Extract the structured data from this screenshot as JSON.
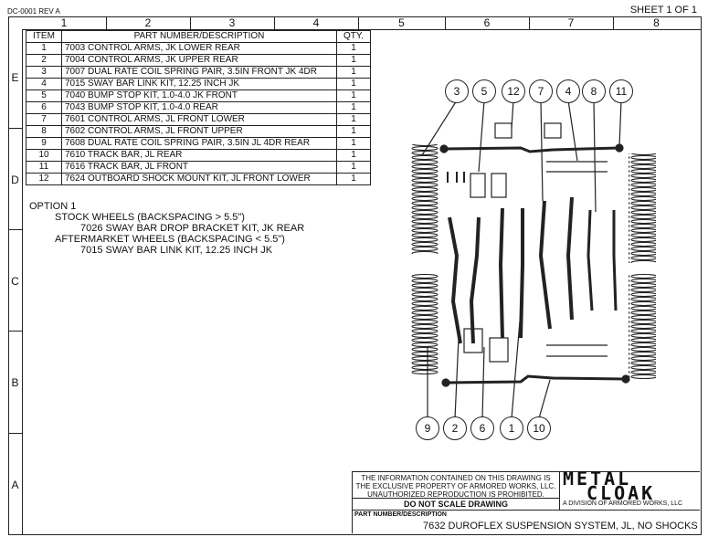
{
  "header": {
    "doc_id": "DC-0001  REV A",
    "sheet": "SHEET 1 OF 1",
    "columns": [
      "1",
      "2",
      "3",
      "4",
      "5",
      "6",
      "7",
      "8"
    ],
    "rows": [
      "E",
      "D",
      "C",
      "B",
      "A"
    ]
  },
  "parts_table": {
    "headers": [
      "ITEM",
      "PART NUMBER/DESCRIPTION",
      "QTY."
    ],
    "rows": [
      [
        "1",
        "7003 CONTROL ARMS, JK LOWER REAR",
        "1"
      ],
      [
        "2",
        "7004 CONTROL ARMS, JK UPPER REAR",
        "1"
      ],
      [
        "3",
        "7007 DUAL RATE COIL SPRING PAIR, 3.5IN FRONT JK 4DR",
        "1"
      ],
      [
        "4",
        "7015 SWAY BAR LINK KIT, 12.25 INCH JK",
        "1"
      ],
      [
        "5",
        "7040 BUMP STOP KIT, 1.0-4.0 JK FRONT",
        "1"
      ],
      [
        "6",
        "7043 BUMP STOP KIT, 1.0-4.0 REAR",
        "1"
      ],
      [
        "7",
        "7601 CONTROL ARMS, JL FRONT LOWER",
        "1"
      ],
      [
        "8",
        "7602 CONTROL ARMS, JL FRONT UPPER",
        "1"
      ],
      [
        "9",
        "7608 DUAL RATE COIL SPRING PAIR, 3.5IN JL 4DR REAR",
        "1"
      ],
      [
        "10",
        "7610 TRACK BAR, JL REAR",
        "1"
      ],
      [
        "11",
        "7616 TRACK BAR, JL FRONT",
        "1"
      ],
      [
        "12",
        "7624 OUTBOARD SHOCK MOUNT KIT, JL FRONT LOWER",
        "1"
      ]
    ]
  },
  "option": {
    "title": "OPTION 1",
    "line1": "STOCK WHEELS (BACKSPACING > 5.5\")",
    "line2": "7026 SWAY BAR DROP BRACKET KIT, JK REAR",
    "line3": "AFTERMARKET WHEELS (BACKSPACING < 5.5\")",
    "line4": "7015 SWAY BAR LINK KIT, 12.25 INCH JK"
  },
  "callouts_top": [
    "3",
    "5",
    "12",
    "7",
    "4",
    "8",
    "11"
  ],
  "callouts_bottom": [
    "9",
    "2",
    "6",
    "1",
    "10"
  ],
  "title_block": {
    "notice1": "THE INFORMATION CONTAINED ON THIS DRAWING IS",
    "notice2": "THE EXCLUSIVE PROPERTY OF ARMORED WORKS, LLC.",
    "notice3": "UNAUTHORIZED REPRODUCTION IS PROHIBITED.",
    "no_scale": "DO NOT SCALE DRAWING",
    "logo_line1": "METAL",
    "logo_line2": "CLOAK",
    "division": "A DIVISION OF ARMORED WORKS, LLC",
    "pn_label": "PART NUMBER/DESCRIPTION",
    "pn_value": "7632 DUROFLEX SUSPENSION SYSTEM, JL, NO SHOCKS"
  }
}
